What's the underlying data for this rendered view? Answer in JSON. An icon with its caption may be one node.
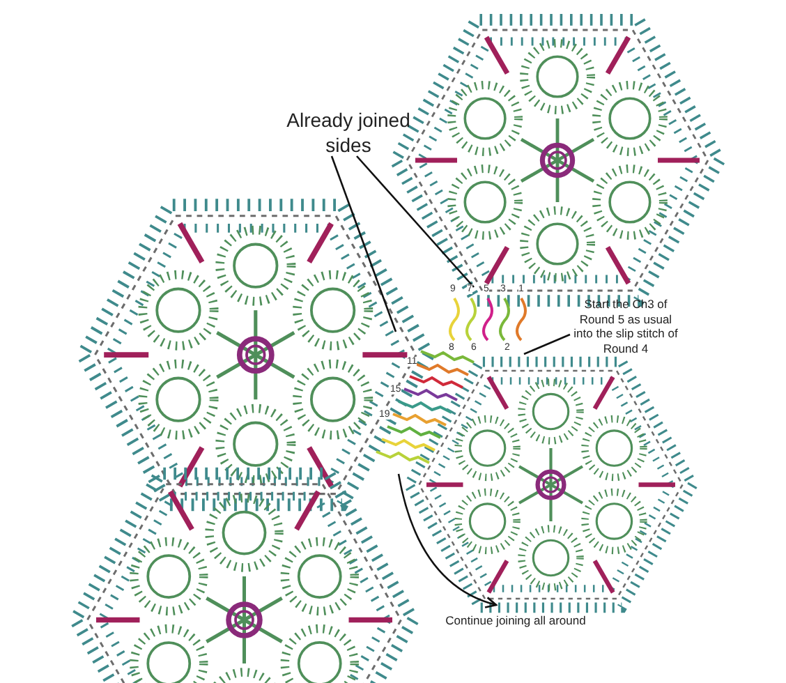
{
  "diagram": {
    "nodes": [
      {
        "text": [],
        "shape": "hexagon"
      },
      {
        "text": [],
        "shape": "hexagon"
      },
      {
        "text": [],
        "shape": "hexagon"
      },
      {
        "text": [],
        "shape": "hexagon"
      },
      {
        "text": [
          "Already joined sides"
        ]
      },
      {
        "text": [
          "Start the Ch3 of Round 5 as usual into the slip stitch of Round 4"
        ]
      },
      {
        "text": [
          "Continue joining all around"
        ]
      }
    ],
    "edges": [
      {
        "from": 4,
        "to": 1,
        "arrow": "none"
      },
      {
        "from": 4,
        "to": 0,
        "arrow": "none"
      },
      {
        "from": 5,
        "to": 3,
        "arrow": "none"
      },
      {
        "from": 3,
        "to": 6,
        "arrow": "to"
      }
    ],
    "labels": [
      "9",
      "7",
      "5",
      "3",
      "1",
      "8",
      "6",
      "2",
      "11",
      "15",
      "19"
    ]
  }
}
